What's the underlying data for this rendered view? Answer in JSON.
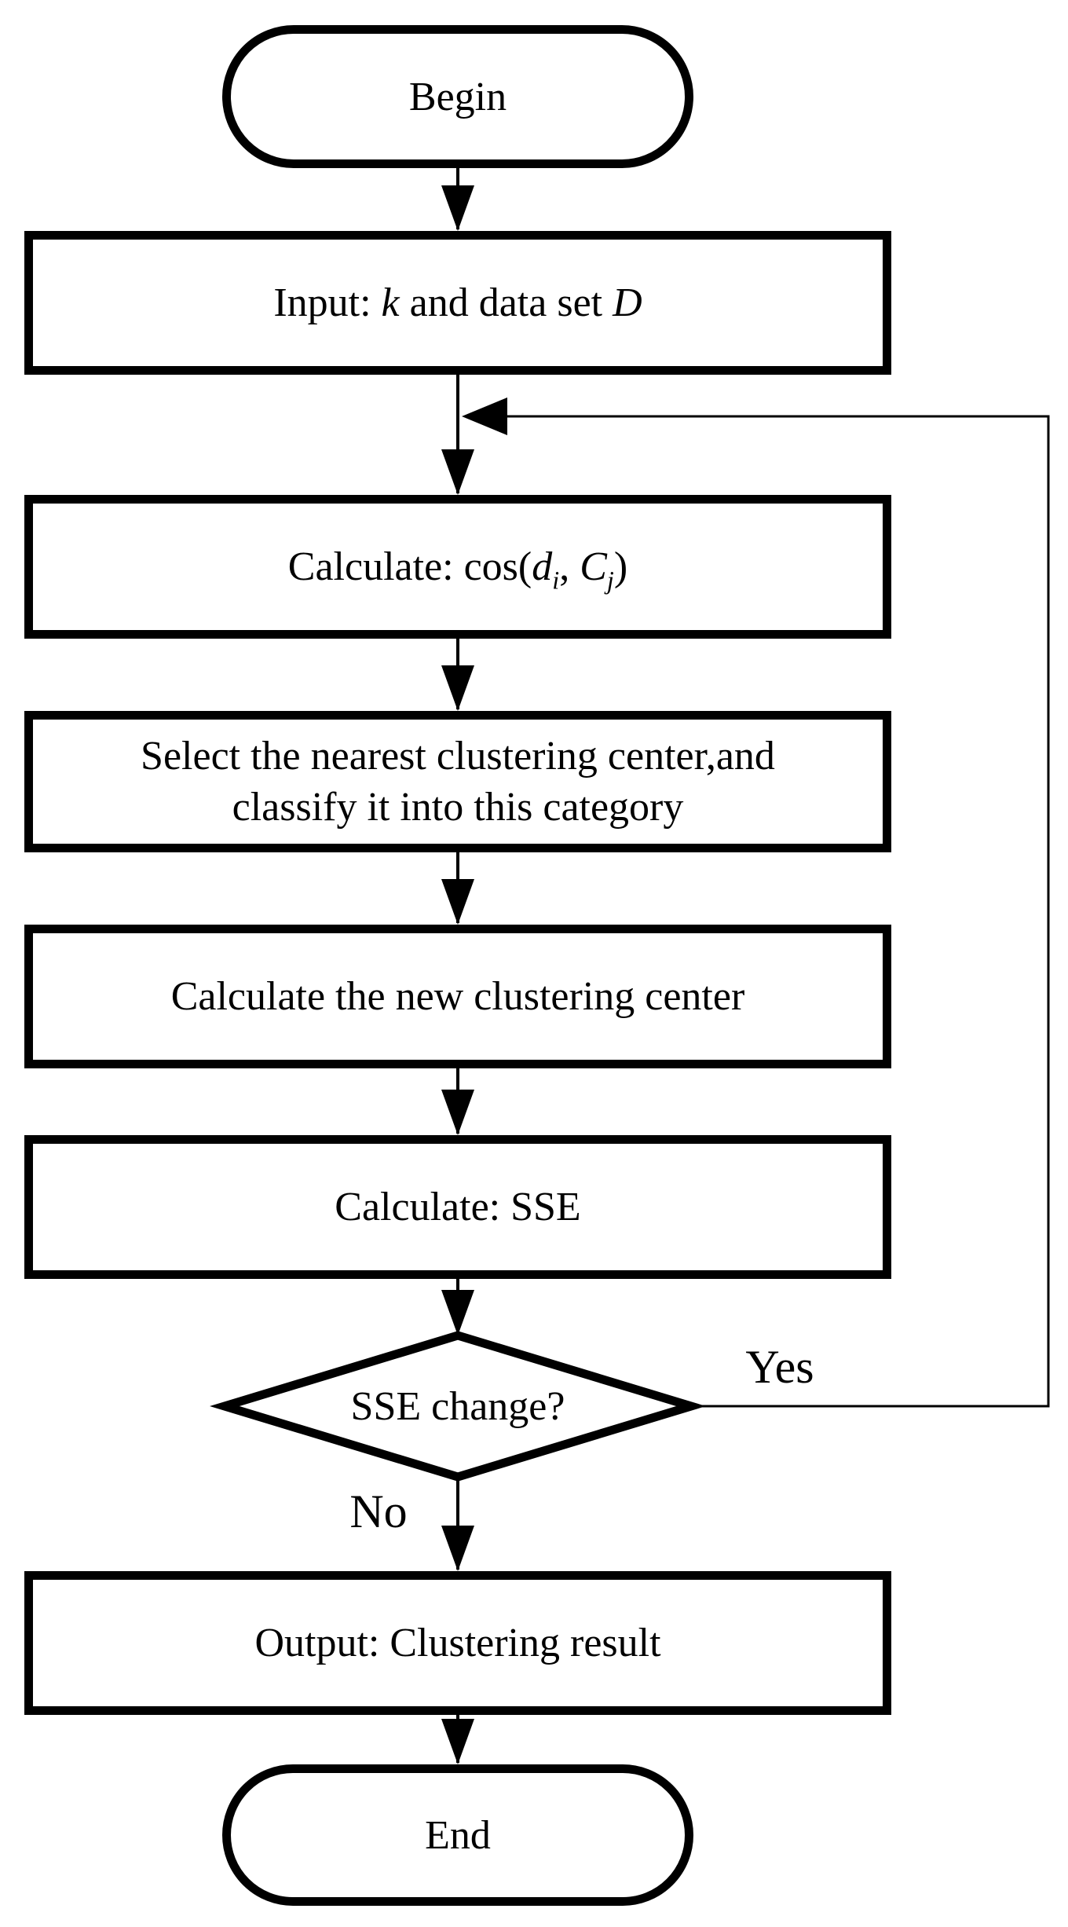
{
  "colors": {
    "stroke": "#000000",
    "shape_fill": "#ffffff",
    "text": "#000000"
  },
  "nodes": {
    "begin": {
      "label": "Begin"
    },
    "input": {
      "prefix": "Input: ",
      "var_k": "k",
      "middle": " and data set ",
      "var_d": "D"
    },
    "calc_cos": {
      "prefix": "Calculate: cos(",
      "var_d": "d",
      "sub_i": "i",
      "separator": ", ",
      "var_c": "C",
      "sub_j": "j",
      "suffix": ")"
    },
    "select_center": {
      "line1": "Select the nearest clustering center,and",
      "line2": "classify it into this category"
    },
    "calc_new_center": {
      "label": "Calculate the new clustering center"
    },
    "calc_sse": {
      "label": "Calculate: SSE"
    },
    "decision": {
      "label": "SSE change?"
    },
    "output": {
      "label": "Output: Clustering result"
    },
    "end": {
      "label": "End"
    }
  },
  "edges": {
    "yes_label": "Yes",
    "no_label": "No"
  }
}
